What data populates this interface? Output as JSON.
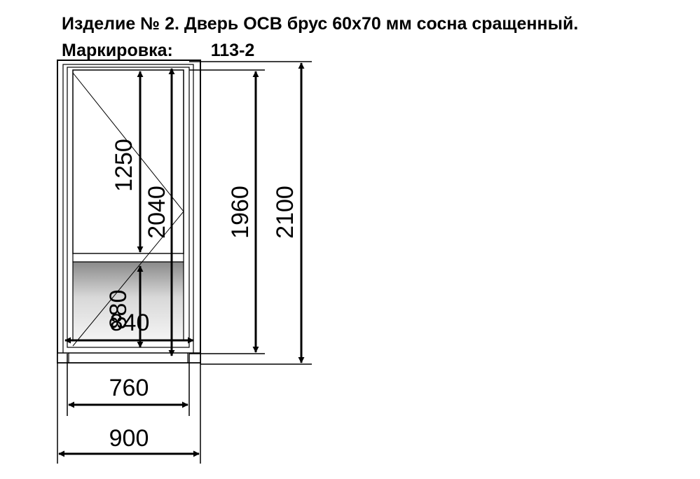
{
  "header": {
    "title": "Изделие № 2. Дверь ОСВ брус 60х70 мм сосна сращенный.",
    "marking_label": "Маркировка:",
    "marking_value": "113-2"
  },
  "dimensions": {
    "glass_height": "1250",
    "sash_height": "2040",
    "panel_height_a": "880",
    "panel_height_b": "840",
    "opening_height": "1960",
    "overall_height": "2100",
    "inner_width": "760",
    "overall_width": "900"
  },
  "colors": {
    "line": "#000000",
    "frame_fill": "#ffffff",
    "panel_gradient_dark": "#8a8a8a",
    "panel_gradient_light": "#f4f4f4"
  }
}
